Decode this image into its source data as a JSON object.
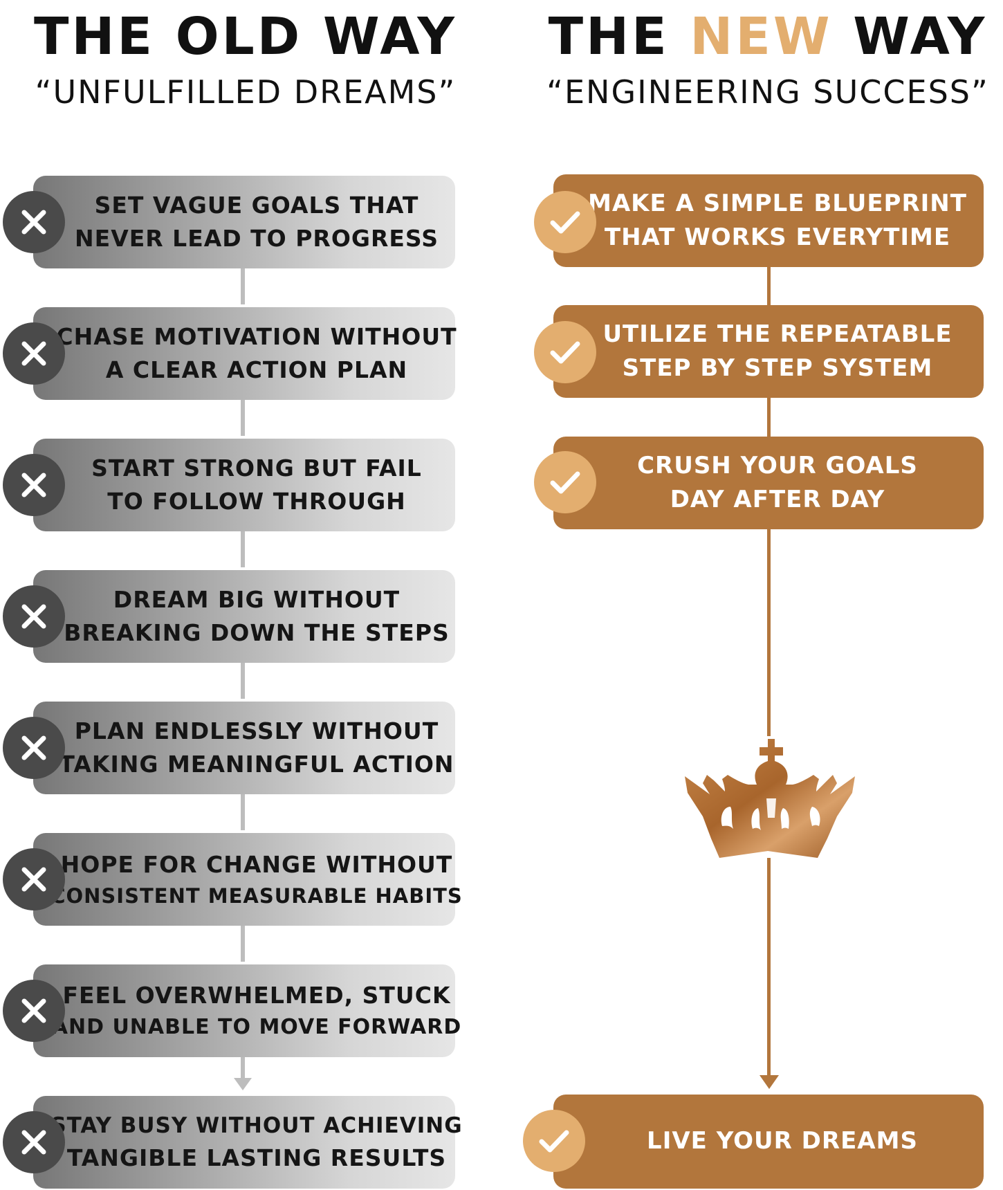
{
  "old": {
    "title": "THE OLD WAY",
    "subtitle": "“UNFULFILLED DREAMS”",
    "items": [
      {
        "line1": "SET VAGUE GOALS THAT",
        "line2": "NEVER LEAD TO PROGRESS"
      },
      {
        "line1": "CHASE MOTIVATION WITHOUT",
        "line2": "A CLEAR ACTION PLAN"
      },
      {
        "line1": "START STRONG BUT FAIL",
        "line2": "TO FOLLOW THROUGH"
      },
      {
        "line1": "DREAM BIG WITHOUT",
        "line2": "BREAKING DOWN THE STEPS"
      },
      {
        "line1": "PLAN ENDLESSLY WITHOUT",
        "line2": "TAKING MEANINGFUL ACTION"
      },
      {
        "line1": "HOPE FOR CHANGE WITHOUT",
        "line2": "CONSISTENT MEASURABLE HABITS"
      },
      {
        "line1": "FEEL OVERWHELMED, STUCK",
        "line2": "AND UNABLE TO MOVE FORWARD"
      },
      {
        "line1": "STAY BUSY WITHOUT ACHIEVING",
        "line2": "TANGIBLE LASTING RESULTS"
      }
    ]
  },
  "new": {
    "title_part1": "THE ",
    "title_highlight": "NEW",
    "title_part2": " WAY",
    "subtitle": "“ENGINEERING SUCCESS”",
    "items": [
      {
        "line1": "MAKE A SIMPLE BLUEPRINT",
        "line2": "THAT WORKS EVERYTIME"
      },
      {
        "line1": "UTILIZE THE REPEATABLE",
        "line2": "STEP BY STEP SYSTEM"
      },
      {
        "line1": "CRUSH YOUR GOALS",
        "line2": "DAY AFTER DAY"
      }
    ],
    "final": "LIVE YOUR DREAMS"
  },
  "colors": {
    "accent": "#e3ae6f",
    "gold": "#b2763c",
    "dark": "#111111",
    "grey_badge": "#4a4a4a",
    "grey_line": "#bdbdbd"
  },
  "icons": {
    "old_badge": "x-icon",
    "new_badge": "check-icon",
    "crown": "crown-icon"
  }
}
